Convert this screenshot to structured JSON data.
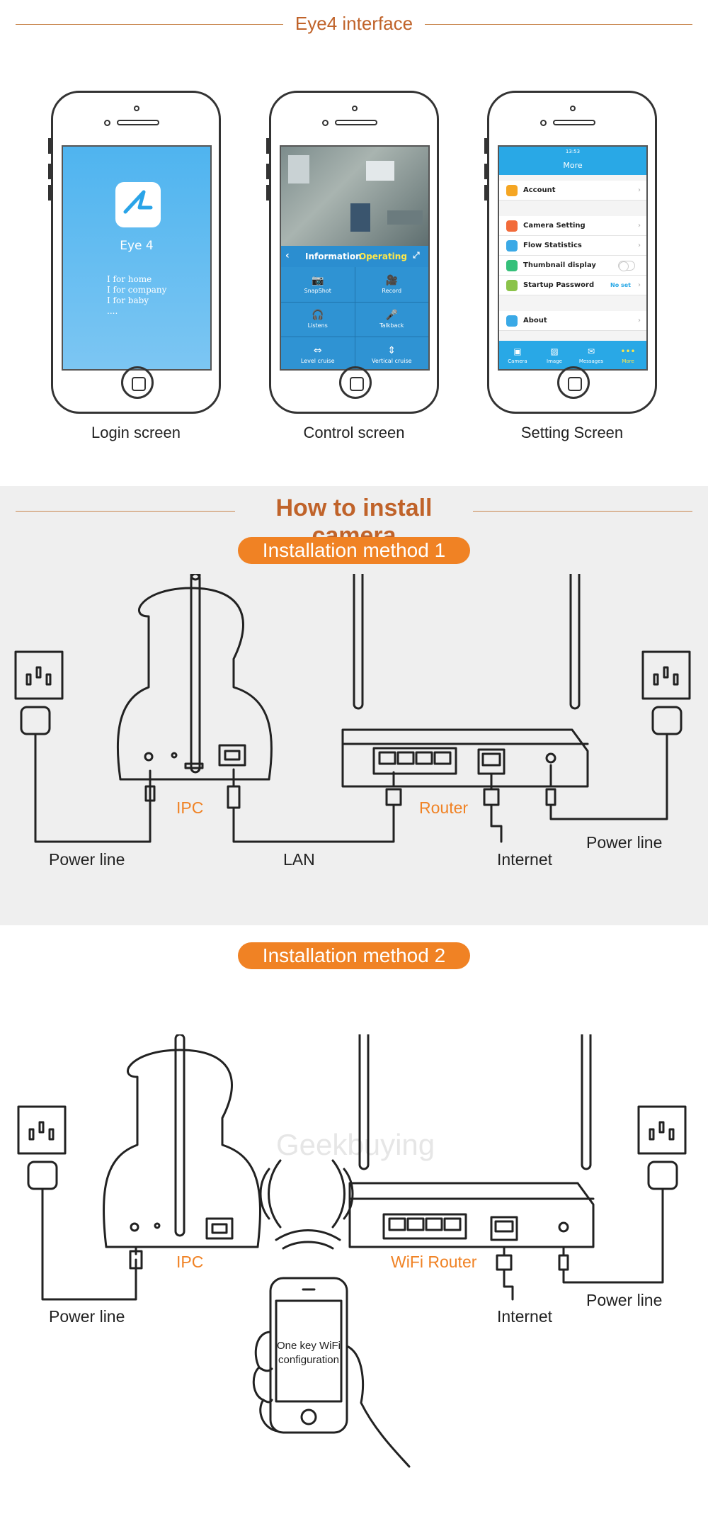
{
  "interface": {
    "title": "Eye4 interface",
    "screens": [
      {
        "caption": "Login screen"
      },
      {
        "caption": "Control screen"
      },
      {
        "caption": "Setting Screen"
      }
    ]
  },
  "login": {
    "app_name": "Eye 4",
    "lines": [
      "I for home",
      "I for company",
      "I for baby",
      "...."
    ]
  },
  "control": {
    "tab_info": "Information",
    "tab_operating": "Operating",
    "buttons": [
      {
        "label": "SnapShot",
        "icon": "camera-icon"
      },
      {
        "label": "Record",
        "icon": "video-icon"
      },
      {
        "label": "Listens",
        "icon": "headphones-icon"
      },
      {
        "label": "Talkback",
        "icon": "microphone-icon"
      },
      {
        "label": "Level cruise",
        "icon": "horizontal-arrows-icon"
      },
      {
        "label": "Vertical cruise",
        "icon": "vertical-arrows-icon"
      }
    ]
  },
  "settings": {
    "time": "13:53",
    "nav_title": "More",
    "rows": [
      {
        "label": "Account",
        "color": "#f5a623"
      },
      {
        "label": "Camera Setting",
        "color": "#f26b3a"
      },
      {
        "label": "Flow Statistics",
        "color": "#3aa9e6"
      },
      {
        "label": "Thumbnail display",
        "color": "#35c07a"
      },
      {
        "label": "Startup Password",
        "color": "#8bc34a",
        "value": "No set"
      },
      {
        "label": "About",
        "color": "#3aa9e6"
      }
    ],
    "tabs": [
      {
        "label": "Camera",
        "icon": "camera-icon"
      },
      {
        "label": "Image",
        "icon": "image-icon"
      },
      {
        "label": "Messages",
        "icon": "message-icon"
      },
      {
        "label": "More",
        "icon": "more-icon"
      }
    ]
  },
  "install": {
    "title": "How to install camera",
    "method1": {
      "title": "Installation method 1",
      "ipc": "IPC",
      "router": "Router",
      "power_left": "Power line",
      "lan": "LAN",
      "internet": "Internet",
      "power_right": "Power line"
    },
    "method2": {
      "title": "Installation method 2",
      "ipc": "IPC",
      "router": "WiFi Router",
      "power_left": "Power line",
      "internet": "Internet",
      "power_right": "Power line",
      "phone_line1": "One key WiFi",
      "phone_line2": "configuration",
      "watermark": "Geekbuying"
    }
  },
  "colors": {
    "accent": "#f08224",
    "title": "#c0632a",
    "app_blue": "#29a8e6"
  }
}
